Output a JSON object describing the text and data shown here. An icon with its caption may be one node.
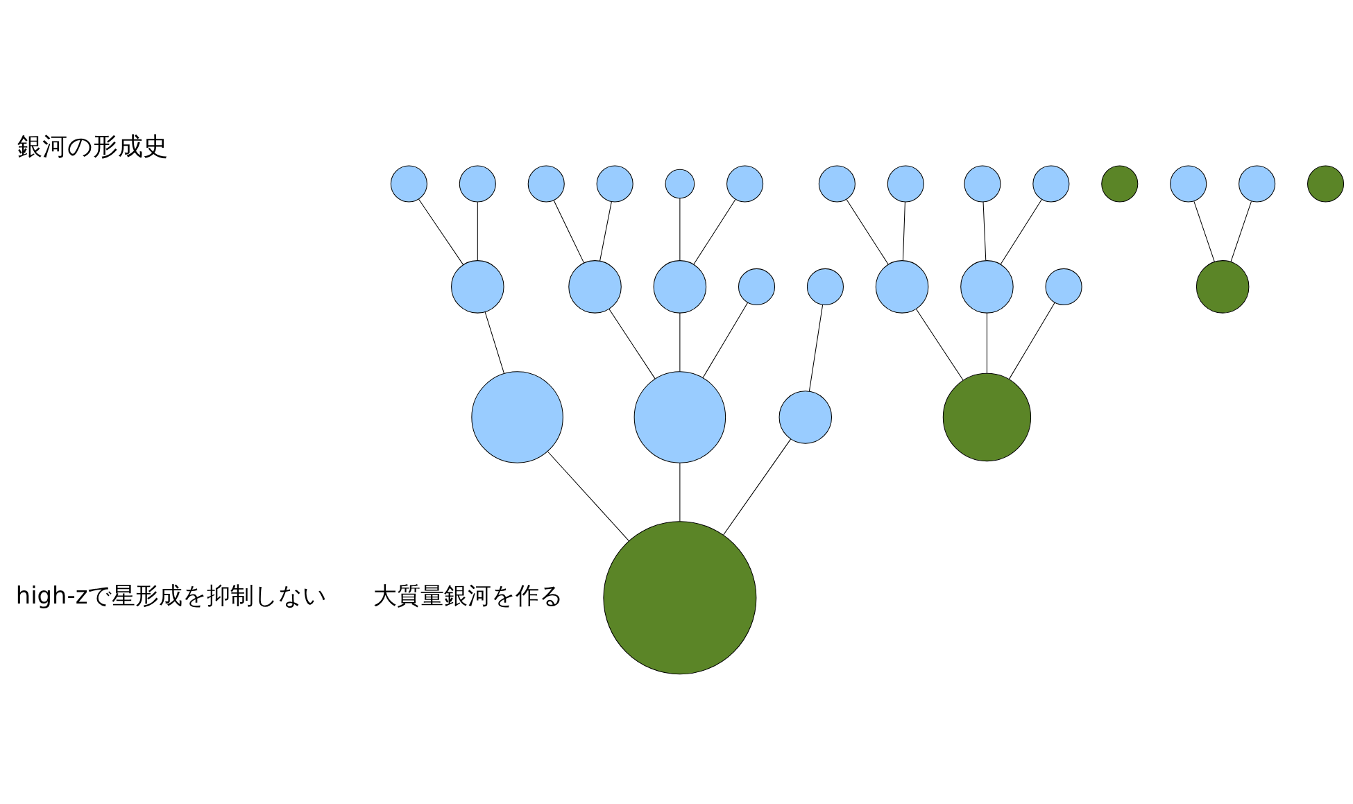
{
  "diagram": {
    "title": "銀河の形成史",
    "nodes": [
      {
        "text": [],
        "shape": "circle"
      },
      {
        "text": [],
        "shape": "circle"
      },
      {
        "text": [],
        "shape": "circle"
      },
      {
        "text": [],
        "shape": "circle"
      },
      {
        "text": [],
        "shape": "circle"
      },
      {
        "text": [],
        "shape": "circle"
      },
      {
        "text": [],
        "shape": "circle"
      },
      {
        "text": [],
        "shape": "circle"
      },
      {
        "text": [],
        "shape": "circle"
      },
      {
        "text": [],
        "shape": "circle"
      },
      {
        "text": [],
        "shape": "circle"
      },
      {
        "text": [],
        "shape": "circle"
      },
      {
        "text": [],
        "shape": "circle"
      },
      {
        "text": [],
        "shape": "circle"
      },
      {
        "text": [],
        "shape": "circle"
      },
      {
        "text": [],
        "shape": "circle"
      },
      {
        "text": [],
        "shape": "circle"
      },
      {
        "text": [],
        "shape": "circle"
      },
      {
        "text": [],
        "shape": "circle"
      },
      {
        "text": [],
        "shape": "circle"
      },
      {
        "text": [],
        "shape": "circle"
      },
      {
        "text": [],
        "shape": "circle"
      },
      {
        "text": [],
        "shape": "circle"
      },
      {
        "text": [],
        "shape": "circle"
      },
      {
        "text": [],
        "shape": "circle"
      },
      {
        "text": [],
        "shape": "circle"
      },
      {
        "text": [],
        "shape": "circle"
      },
      {
        "text": [],
        "shape": "circle"
      }
    ],
    "edges": [
      {
        "from": 0,
        "to": 7,
        "arrow": "none"
      },
      {
        "from": 5,
        "to": 7,
        "arrow": "none"
      },
      {
        "from": 7,
        "to": 19,
        "arrow": "none"
      },
      {
        "from": 2,
        "to": 6,
        "arrow": "none"
      },
      {
        "from": 1,
        "to": 6,
        "arrow": "none"
      },
      {
        "from": 6,
        "to": 18,
        "arrow": "none"
      },
      {
        "from": 3,
        "to": 8,
        "arrow": "none"
      },
      {
        "from": 4,
        "to": 8,
        "arrow": "none"
      },
      {
        "from": 8,
        "to": 18,
        "arrow": "none"
      },
      {
        "from": 9,
        "to": 18,
        "arrow": "none"
      },
      {
        "from": 18,
        "to": 26,
        "arrow": "none"
      },
      {
        "from": 19,
        "to": 26,
        "arrow": "none"
      },
      {
        "from": 10,
        "to": 21,
        "arrow": "none"
      },
      {
        "from": 21,
        "to": 26,
        "arrow": "none"
      },
      {
        "from": 17,
        "to": 23,
        "arrow": "none"
      },
      {
        "from": 16,
        "to": 23,
        "arrow": "none"
      },
      {
        "from": 11,
        "to": 22,
        "arrow": "none"
      },
      {
        "from": 14,
        "to": 22,
        "arrow": "none"
      },
      {
        "from": 22,
        "to": 27,
        "arrow": "none"
      },
      {
        "from": 13,
        "to": 20,
        "arrow": "none"
      },
      {
        "from": 12,
        "to": 20,
        "arrow": "none"
      },
      {
        "from": 20,
        "to": 27,
        "arrow": "none"
      },
      {
        "from": 24,
        "to": 27,
        "arrow": "none"
      }
    ],
    "labels": [
      "high-zで星形成を抑制しない",
      "大質量銀河を作る"
    ]
  }
}
